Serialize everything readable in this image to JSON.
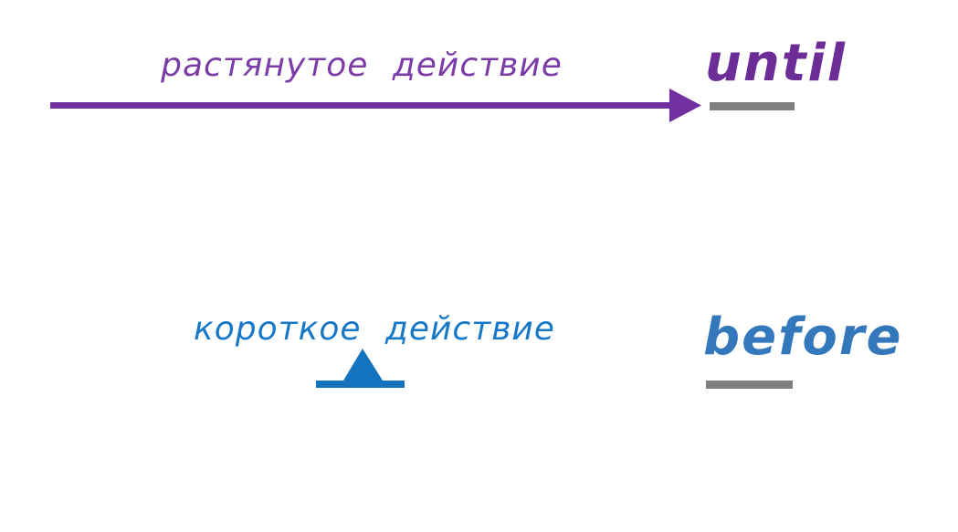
{
  "diagram": {
    "until_row": {
      "label": "растянутое действие",
      "word": "until",
      "arrow_icon": "stretched-action-arrow-icon",
      "timepoint_icon": "time-point-dash"
    },
    "before_row": {
      "label": "короткое действие",
      "word": "before",
      "spike_icon": "short-action-spike-icon",
      "timepoint_icon": "time-point-dash"
    }
  },
  "colors": {
    "arrow_purple": "#7030A0",
    "label_purple": "#7B3CA8",
    "word_purple": "#6C2D96",
    "spike_blue": "#1473BE",
    "label_blue": "#1778C8",
    "word_blue": "#3478BC",
    "timepoint_gray": "#7F7F7F",
    "background": "#FFFFFF"
  }
}
